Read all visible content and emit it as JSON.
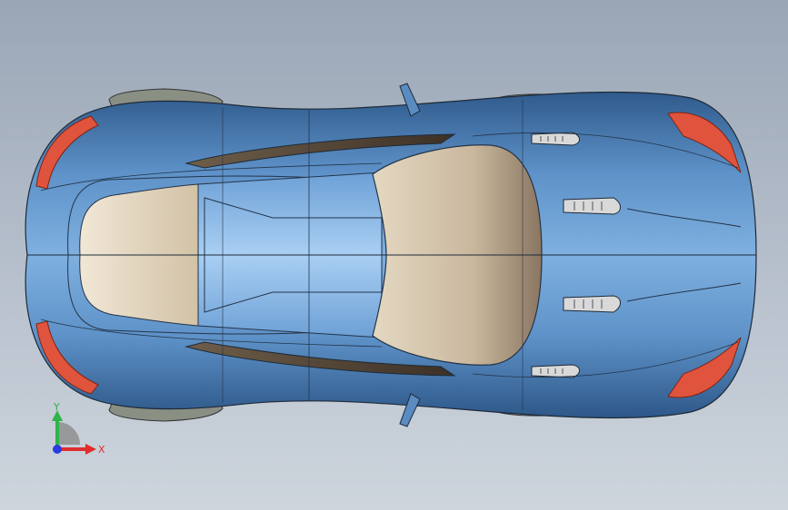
{
  "viewport": {
    "background_top": "#9aa6b6",
    "background_bottom": "#ced5dd"
  },
  "model": {
    "description_icon": "car-top-view",
    "body_color": "#4d7fb6",
    "glass_color": "#d8cbb4",
    "taillight_color": "#e0533c"
  },
  "triad": {
    "y_label": "Y",
    "x_label": "X",
    "y_color": "#2fb34a",
    "x_color": "#e02d2d",
    "origin_color": "#2a3ce0"
  }
}
